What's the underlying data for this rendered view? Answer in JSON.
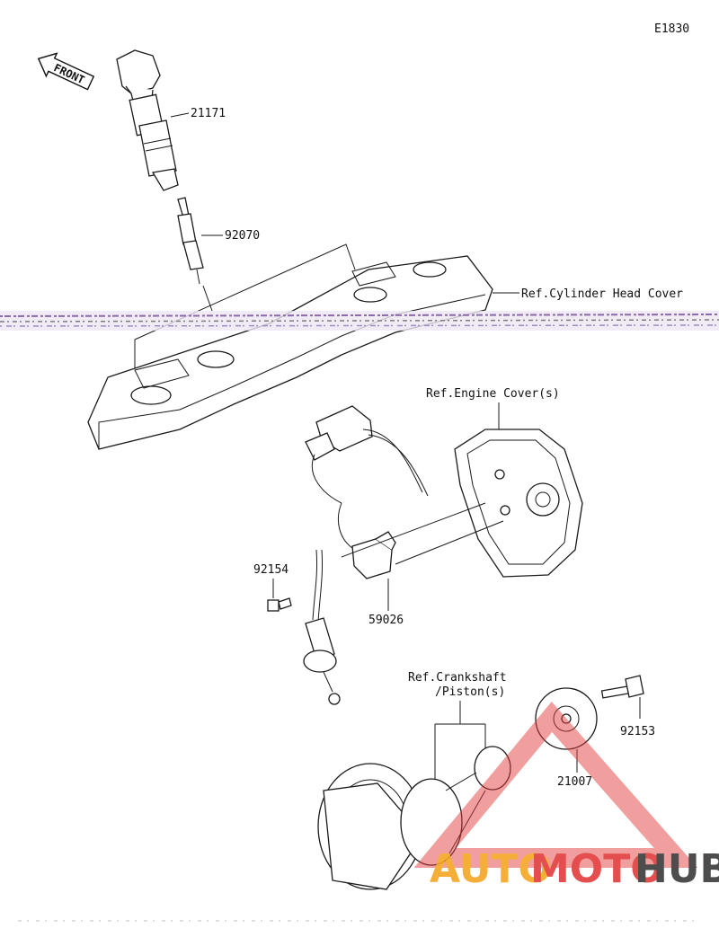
{
  "diagram": {
    "code": "E1830",
    "front_label": "FRONT",
    "parts": [
      {
        "number": "21171"
      },
      {
        "number": "92070"
      },
      {
        "number": "92154"
      },
      {
        "number": "59026"
      },
      {
        "number": "92153"
      },
      {
        "number": "21007"
      }
    ],
    "references": {
      "cylinder_head_cover": "Ref.Cylinder Head Cover",
      "engine_cover": "Ref.Engine Cover(s)",
      "crankshaft": "Ref.Crankshaft",
      "piston": "/Piston(s)"
    }
  },
  "watermark": {
    "text_part1": "AUTO",
    "text_part2": "MOTO",
    "text_part3": "HUB",
    "color_orange": "#f5a623",
    "color_red": "#e23b3b",
    "color_dark": "#3a3a3a"
  }
}
